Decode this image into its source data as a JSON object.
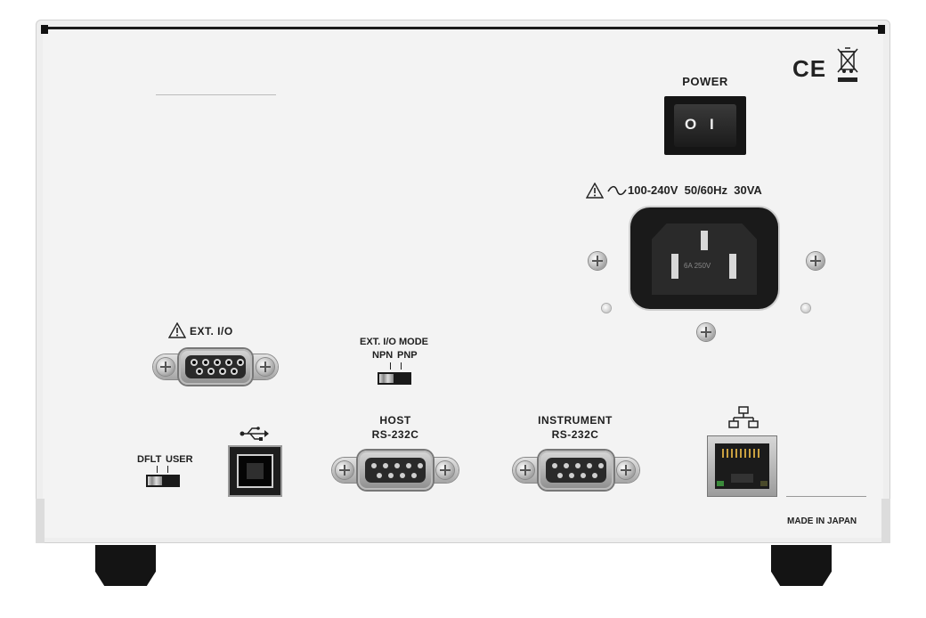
{
  "panel": {
    "power_label": "POWER",
    "power_switch": {
      "off_symbol": "O",
      "on_symbol": "I"
    },
    "rating": "100-240V  50/60Hz  30VA",
    "ext_io_label": "EXT. I/O",
    "ext_io_mode": {
      "title": "EXT. I/O MODE",
      "option_left": "NPN",
      "option_right": "PNP"
    },
    "dflt_user": {
      "left": "DFLT",
      "right": "USER"
    },
    "host_port": {
      "line1": "HOST",
      "line2": "RS-232C"
    },
    "instrument_port": {
      "line1": "INSTRUMENT",
      "line2": "RS-232C"
    },
    "made_in": "MADE IN JAPAN",
    "inlet_marking": "6A 250V",
    "certification": "CE"
  },
  "icons": [
    "warning-icon",
    "ac-wave-icon",
    "usb-icon",
    "lan-icon",
    "ce-mark-icon",
    "weee-bin-icon"
  ],
  "colors": {
    "panel": "#f3f3f3",
    "chassis": "#eeeeee",
    "dark": "#141414",
    "metal": "#b9b9b9"
  }
}
